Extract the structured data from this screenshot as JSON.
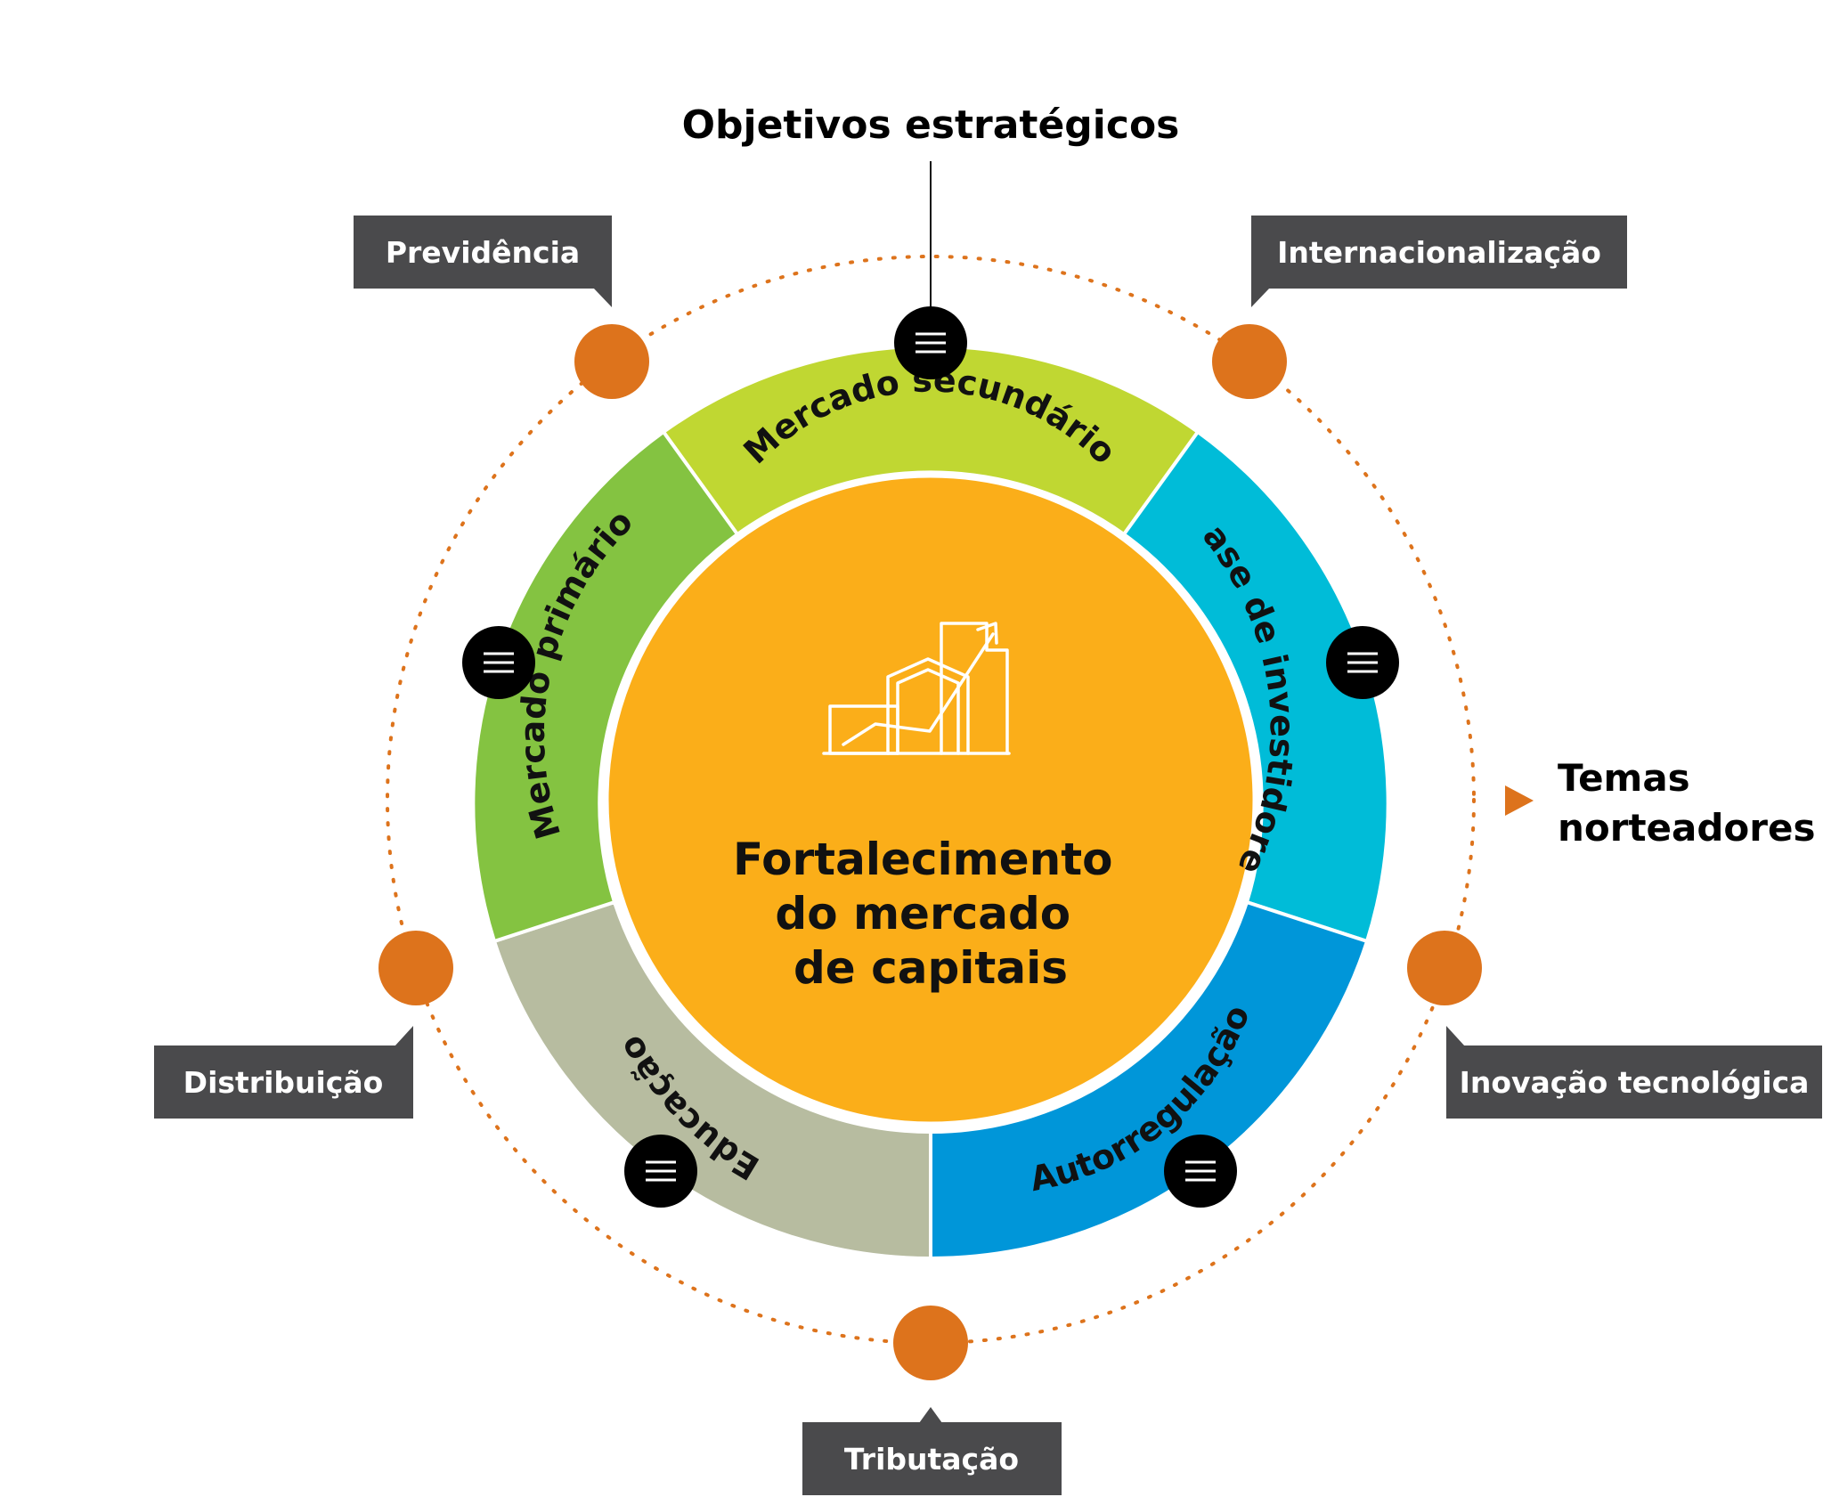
{
  "title": "Objetivos estratégicos",
  "center": {
    "lines": [
      "Fortalecimento",
      "do mercado",
      "de capitais"
    ]
  },
  "segments": [
    {
      "id": "secundario",
      "label": "Mercado secundário",
      "color": "#c0d732"
    },
    {
      "id": "base",
      "label": "Base de investidores",
      "color": "#00bcd8"
    },
    {
      "id": "autorregulacao",
      "label": "Autorregulação",
      "color": "#0096d9"
    },
    {
      "id": "educacao",
      "label": "Educação",
      "color": "#b7bca0"
    },
    {
      "id": "primario",
      "label": "Mercado primário",
      "color": "#84c341"
    }
  ],
  "themes": [
    {
      "id": "previdencia",
      "label": "Previdência"
    },
    {
      "id": "internacionalizacao",
      "label": "Internacionalização"
    },
    {
      "id": "inovacao",
      "label": "Inovação tecnológica"
    },
    {
      "id": "tributacao",
      "label": "Tributação"
    },
    {
      "id": "distribuicao",
      "label": "Distribuição"
    }
  ],
  "legend": {
    "lines": [
      "Temas",
      "norteadores"
    ]
  },
  "colors": {
    "center": "#fbae19",
    "theme_dot": "#dd731c",
    "theme_box": "#4a4a4c",
    "objective_dot": "#000000",
    "dotted_ring": "#dd731c"
  },
  "icons": {
    "center": "growth-chart-icon",
    "objective": "list-icon",
    "legend": "triangle-right-icon"
  }
}
